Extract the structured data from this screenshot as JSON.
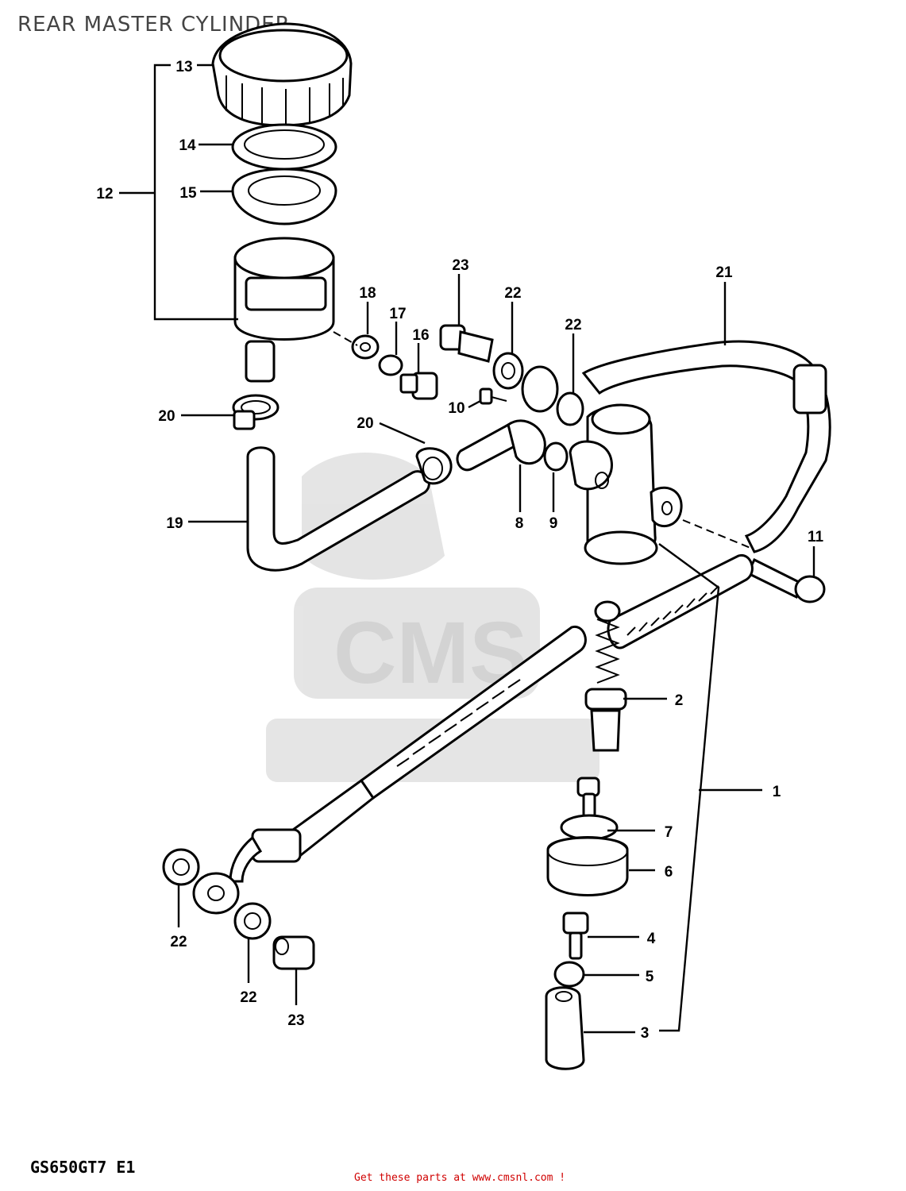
{
  "page": {
    "title": "REAR MASTER CYLINDER",
    "model_code": "GS650GT7 E1",
    "footer_link": "Get these parts at www.cmsnl.com !"
  },
  "watermark": {
    "text": "CMS",
    "color": "#bdbdbd"
  },
  "callouts": {
    "c1": "1",
    "c2": "2",
    "c3": "3",
    "c4": "4",
    "c5": "5",
    "c6": "6",
    "c7": "7",
    "c8": "8",
    "c9": "9",
    "c10": "10",
    "c11": "11",
    "c12": "12",
    "c13": "13",
    "c14": "14",
    "c15": "15",
    "c16": "16",
    "c17": "17",
    "c18": "18",
    "c19": "19",
    "c20a": "20",
    "c20b": "20",
    "c21": "21",
    "c22a": "22",
    "c22b": "22",
    "c22c": "22",
    "c22d": "22",
    "c23a": "23",
    "c23b": "23"
  },
  "colors": {
    "line": "#000000",
    "footer": "#d00000",
    "watermark": "#bdbdbd"
  }
}
